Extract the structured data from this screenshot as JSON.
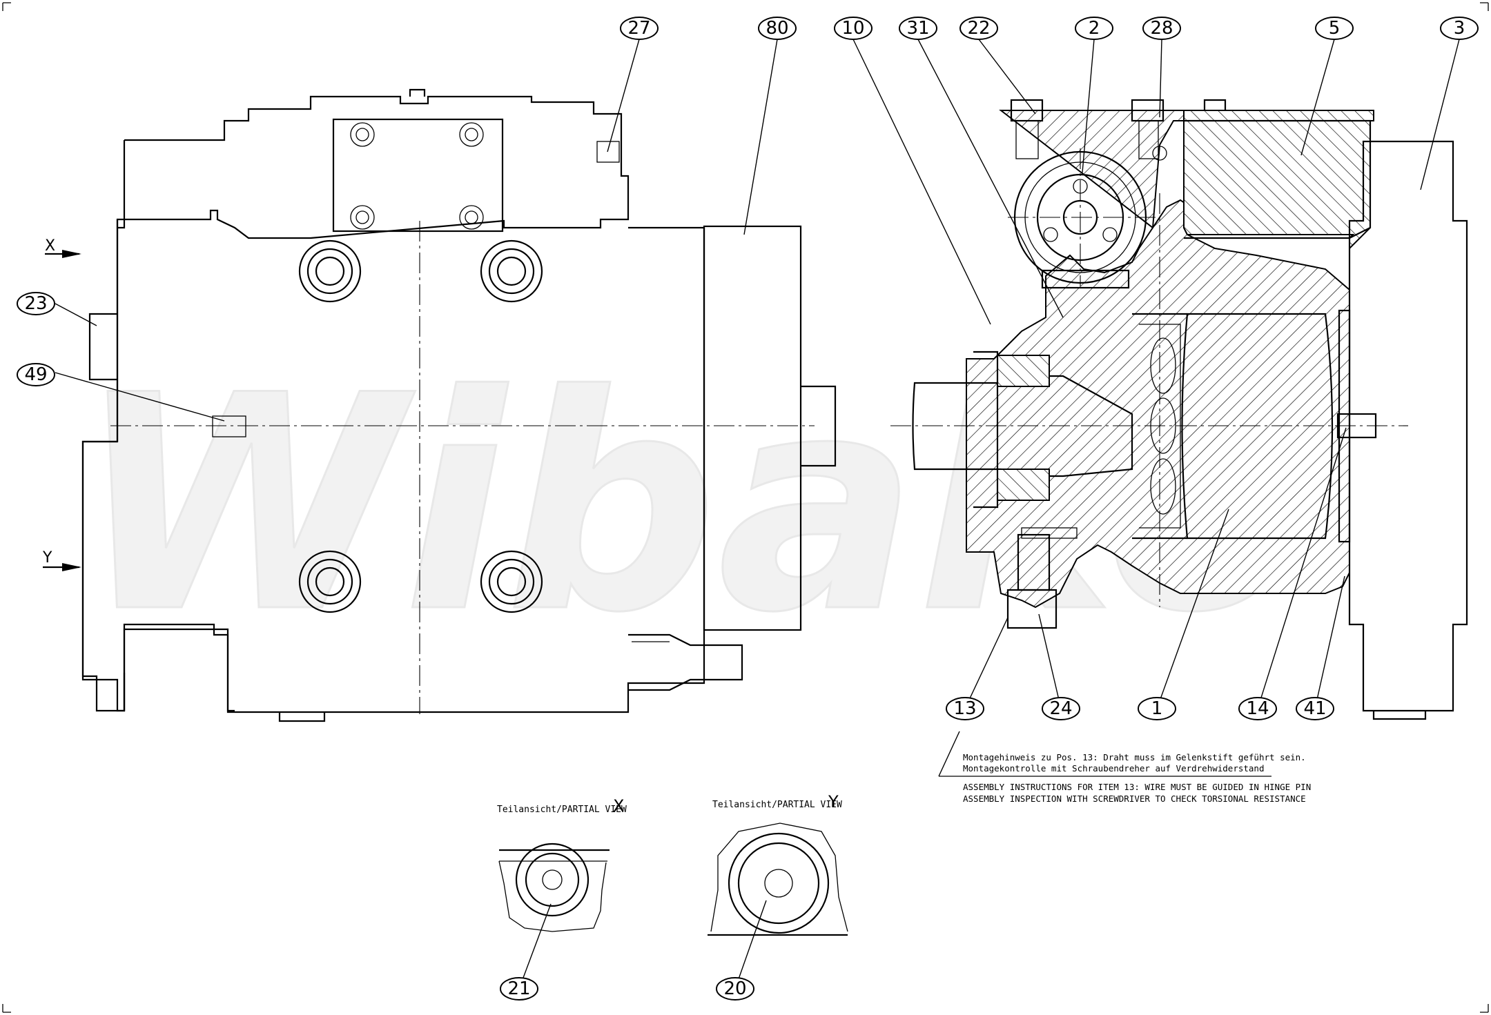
{
  "watermark": "Wibako",
  "view_labels": {
    "x_marker": "X",
    "y_marker": "Y",
    "partial_x_text": "Teilansicht/PARTIAL VIEW",
    "partial_x_letter": "X",
    "partial_y_text": "Teilansicht/PARTIAL VIEW",
    "partial_y_letter": "Y"
  },
  "notes": {
    "de_line1": "Montagehinweis zu Pos. 13: Draht muss im Gelenkstift geführt sein.",
    "de_line2": "Montagekontrolle mit Schraubendreher auf Verdrehwiderstand",
    "en_line1": "ASSEMBLY INSTRUCTIONS FOR ITEM 13: WIRE MUST BE GUIDED IN HINGE PIN",
    "en_line2": "ASSEMBLY INSPECTION WITH SCREWDRIVER TO CHECK TORSIONAL RESISTANCE"
  },
  "callouts": [
    "27",
    "80",
    "10",
    "31",
    "22",
    "2",
    "28",
    "5",
    "3",
    "23",
    "49",
    "13",
    "24",
    "1",
    "14",
    "41",
    "21",
    "20"
  ]
}
